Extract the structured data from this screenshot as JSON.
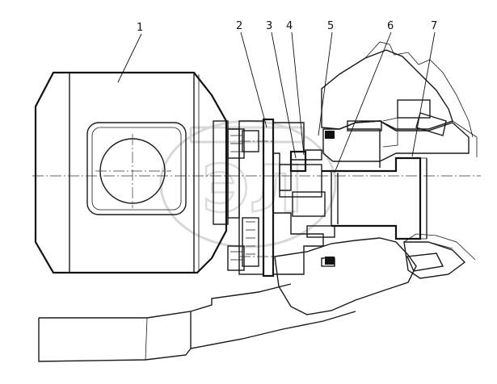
{
  "drawing": {
    "callouts": [
      "1",
      "2",
      "3",
      "4",
      "5",
      "6",
      "7"
    ]
  },
  "colors": {
    "line": "#1a1a1a",
    "hatch": "#2a2a2a",
    "background": "#ffffff",
    "watermark": "#d8d8d8"
  }
}
